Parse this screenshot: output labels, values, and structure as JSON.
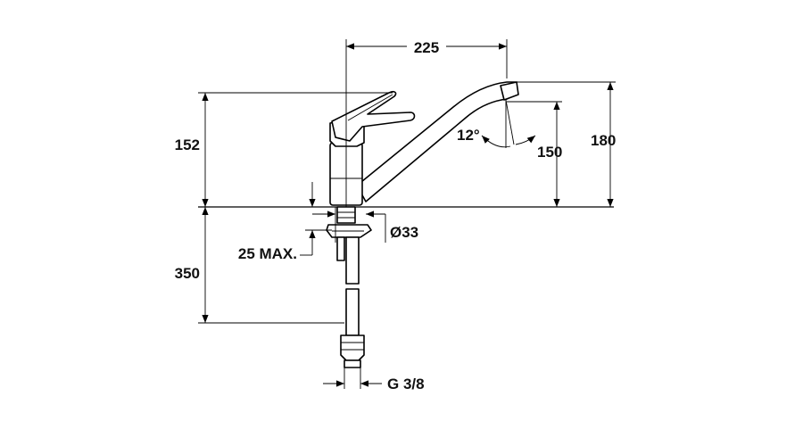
{
  "dimensions": {
    "spout_reach": "225",
    "mixer_height": "152",
    "spout_height": "150",
    "overall_height": "180",
    "spout_angle": "12°",
    "hole_diameter": "Ø33",
    "max_thickness": "25 MAX.",
    "hose_length": "350",
    "connection_thread": "G 3/8"
  }
}
